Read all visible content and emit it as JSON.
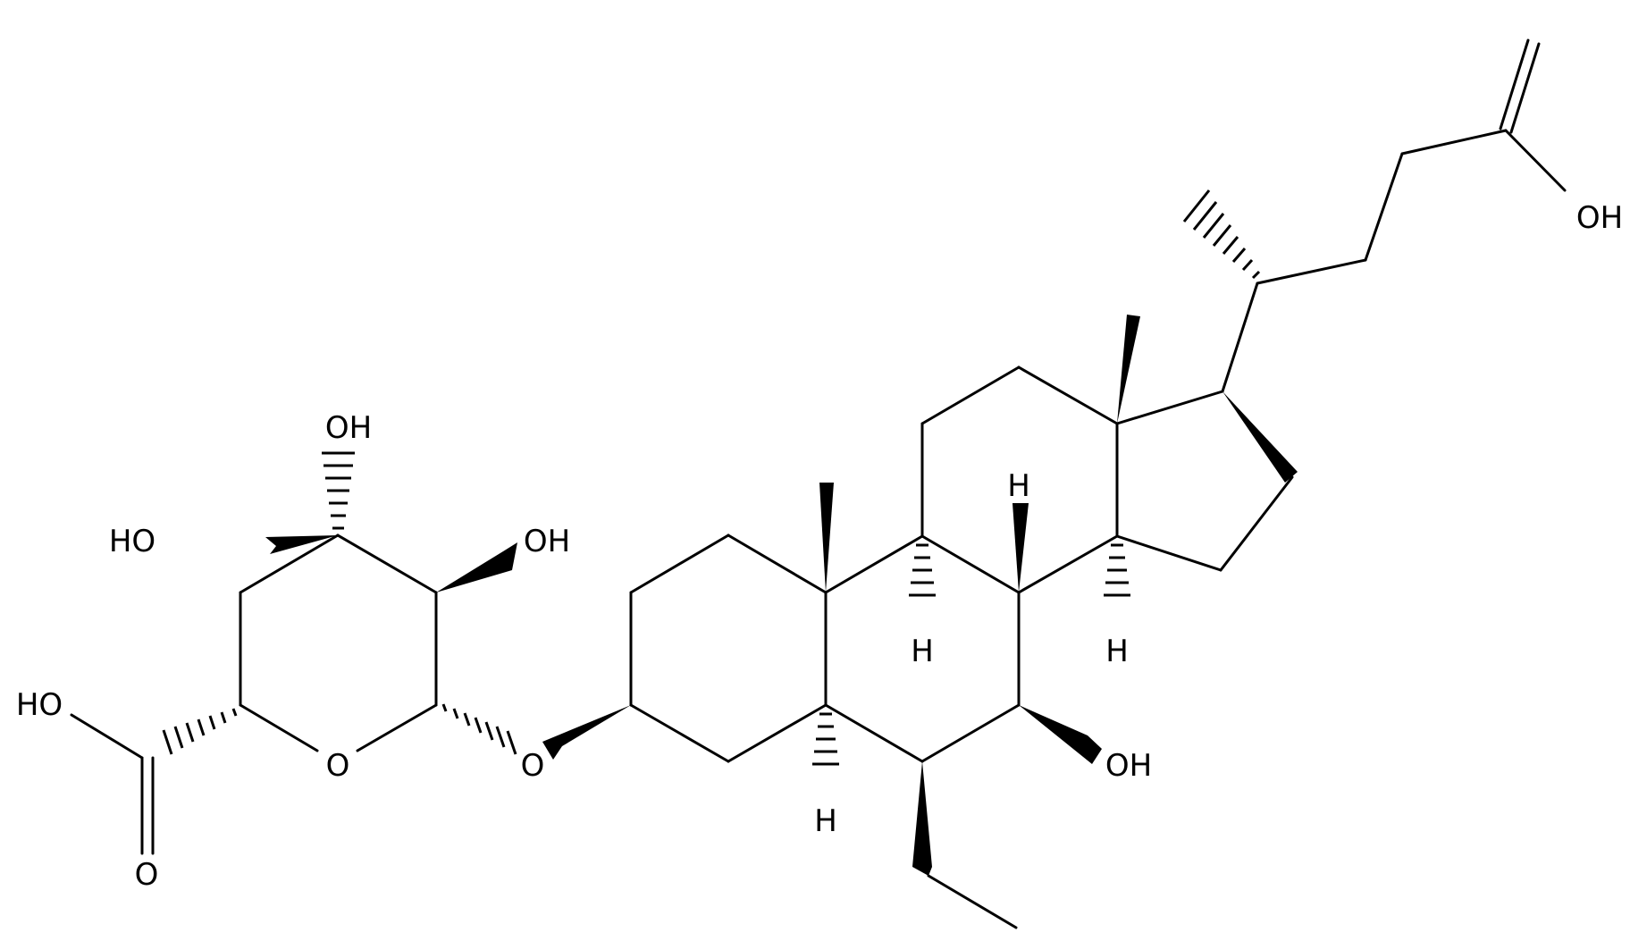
{
  "atom_labels": {
    "oh_acid_top": "OH",
    "oh_glc_c4": "OH",
    "ho_glc_c3": "HO",
    "oh_glc_c5": "OH",
    "ho_carboxyl": "HO",
    "o_ring": "O",
    "o_glycosidic": "O",
    "o_carbonyl": "O",
    "h_c5": "H",
    "h_c9": "H",
    "h_c8": "H",
    "h_c14": "H",
    "oh_c7": "OH"
  },
  "colors": {
    "bond": "#000000",
    "background": "#ffffff"
  }
}
